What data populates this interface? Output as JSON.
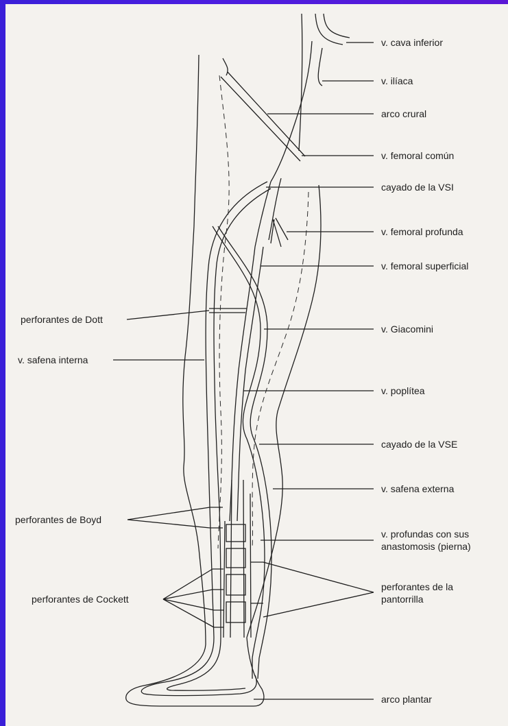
{
  "labels": {
    "cava_inferior": "v. cava inferior",
    "iliaca": "v. ilíaca",
    "arco_crural": "arco crural",
    "femoral_comun": "v. femoral común",
    "cayado_vsi": "cayado de la VSI",
    "femoral_profunda": "v. femoral profunda",
    "femoral_superficial": "v. femoral superficial",
    "perforantes_dott": "perforantes de Dott",
    "giacomini": "v. Giacomini",
    "safena_interna": "v. safena interna",
    "poplitea": "v. poplítea",
    "cayado_vse": "cayado de la VSE",
    "safena_externa": "v. safena externa",
    "perforantes_boyd": "perforantes de Boyd",
    "profundas_line1": "v. profundas con sus",
    "profundas_line2": "anastomosis (pierna)",
    "perforantes_cockett": "perforantes de Cockett",
    "pantorrilla_line1": "perforantes de la",
    "pantorrilla_line2": "pantorrilla",
    "arco_plantar": "arco plantar"
  },
  "colors": {
    "background_gradient": "#4b1ee0",
    "page": "#f4f2ee",
    "ink": "#1d1d1d"
  }
}
